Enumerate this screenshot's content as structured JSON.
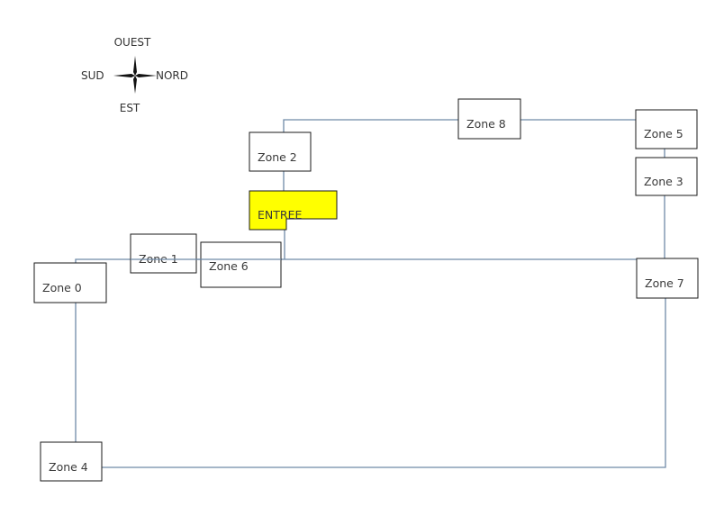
{
  "compass": {
    "top": "OUEST",
    "left": "SUD",
    "right": "NORD",
    "bottom": "EST"
  },
  "colors": {
    "connector": "#6f8aa8",
    "box_border": "#1a1a1a",
    "entrance_fill": "#ffff00",
    "text": "#3a3a3a"
  },
  "entrance": {
    "label": "ENTREE"
  },
  "zones": [
    {
      "id": "zone-0",
      "label": "Zone 0"
    },
    {
      "id": "zone-1",
      "label": "Zone 1"
    },
    {
      "id": "zone-2",
      "label": "Zone 2"
    },
    {
      "id": "zone-3",
      "label": "Zone 3"
    },
    {
      "id": "zone-4",
      "label": "Zone 4"
    },
    {
      "id": "zone-5",
      "label": "Zone 5"
    },
    {
      "id": "zone-6",
      "label": "Zone 6"
    },
    {
      "id": "zone-7",
      "label": "Zone 7"
    },
    {
      "id": "zone-8",
      "label": "Zone 8"
    }
  ],
  "connections": [
    [
      "entree",
      "zone-2"
    ],
    [
      "zone-2",
      "zone-8"
    ],
    [
      "zone-8",
      "zone-5"
    ],
    [
      "zone-5",
      "zone-3"
    ],
    [
      "zone-3",
      "zone-7"
    ],
    [
      "entree",
      "zone-7"
    ],
    [
      "entree",
      "zone-0"
    ],
    [
      "zone-0",
      "zone-4"
    ],
    [
      "zone-4",
      "zone-7"
    ]
  ]
}
